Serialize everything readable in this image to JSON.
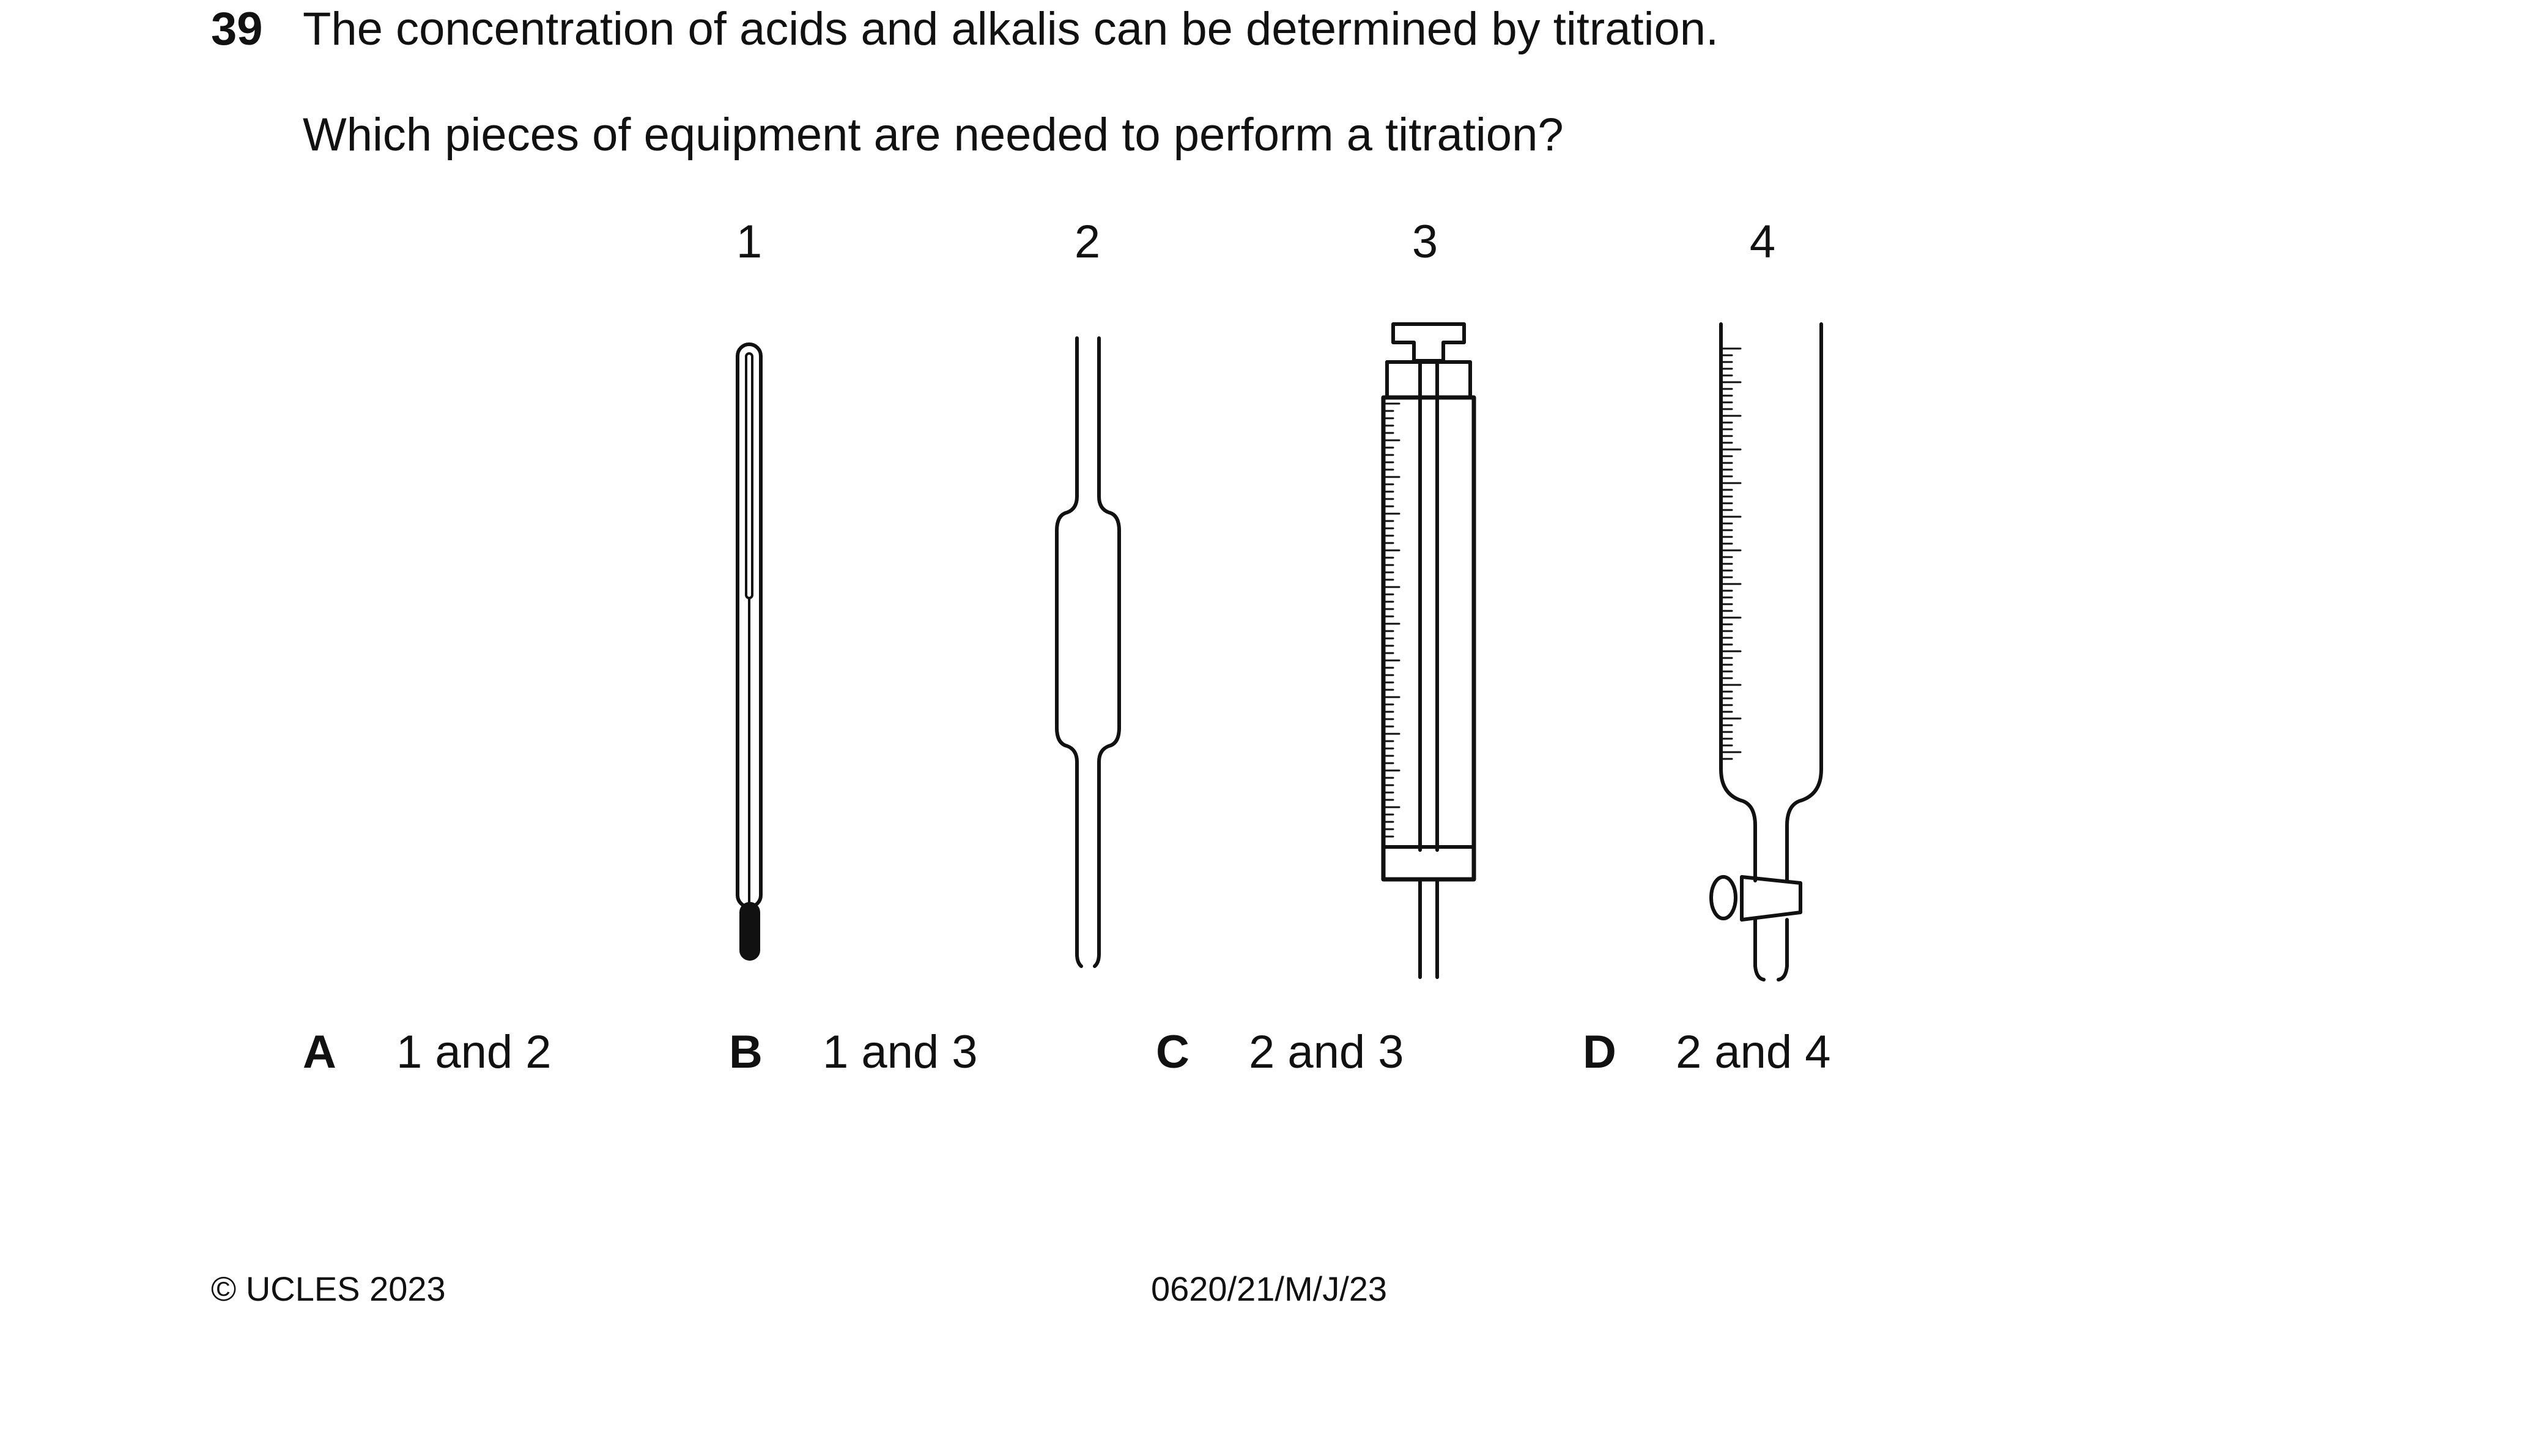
{
  "question": {
    "number": "39",
    "text": "The concentration of acids and alkalis can be determined by titration.",
    "prompt": "Which pieces of equipment are needed to perform a titration?"
  },
  "equipment": [
    {
      "label": "1",
      "icon": "thermometer-icon"
    },
    {
      "label": "2",
      "icon": "pipette-icon"
    },
    {
      "label": "3",
      "icon": "syringe-icon"
    },
    {
      "label": "4",
      "icon": "burette-icon"
    }
  ],
  "options": [
    {
      "letter": "A",
      "text": "1 and 2"
    },
    {
      "letter": "B",
      "text": "1 and 3"
    },
    {
      "letter": "C",
      "text": "2 and 3"
    },
    {
      "letter": "D",
      "text": "2 and 4"
    }
  ],
  "footer": {
    "copyright": "© UCLES 2023",
    "code": "0620/21/M/J/23"
  },
  "colors": {
    "ink": "#111111",
    "background": "#ffffff"
  }
}
